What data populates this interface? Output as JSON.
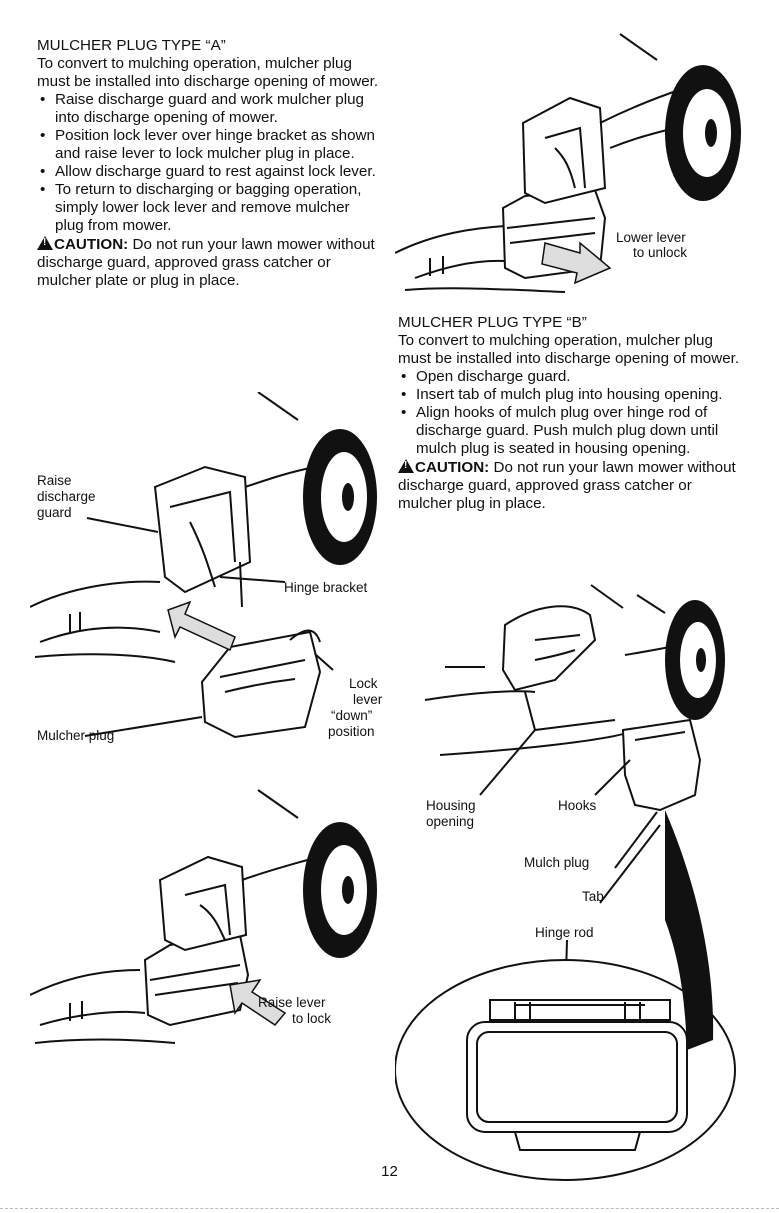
{
  "left": {
    "heading": "MULCHER PLUG TYPE “A”",
    "intro": "To convert to mulching operation, mulcher plug must be installed into discharge opening of mower.",
    "bullets": [
      "Raise discharge guard and work mulcher plug into discharge opening of mower.",
      "Position lock lever over hinge bracket as shown and raise lever to lock mulcher plug in place.",
      "Allow discharge guard to rest against lock lever.",
      "To return to discharging or bagging operation, simply lower lock lever and remove mulcher plug from mower."
    ],
    "caution_label": "CAUTION:",
    "caution_text": " Do not run your lawn mower without discharge guard, approved grass catcher or mulcher plate or plug in place."
  },
  "right": {
    "heading": "MULCHER PLUG TYPE “B”",
    "intro": "To convert to mulching operation, mulcher plug must be installed into discharge opening of mower.",
    "bullets": [
      "Open discharge guard.",
      "Insert tab of mulch plug into housing opening.",
      "Align hooks of mulch plug over hinge rod of discharge guard. Push mulch plug down until mulch plug is seated in housing opening."
    ],
    "caution_label": "CAUTION:",
    "caution_text": " Do not run your lawn mower without discharge guard, approved grass catcher or mulcher plug in place."
  },
  "figures": {
    "top_right": {
      "lower_lever": "Lower lever",
      "to_unlock": "to unlock"
    },
    "middle_left": {
      "raise": "Raise",
      "discharge": "discharge",
      "guard": "guard",
      "hinge_bracket": "Hinge bracket",
      "lock": "Lock",
      "lever": "lever",
      "down": "“down”",
      "position": "position",
      "mulcher_plug": "Mulcher plug"
    },
    "bottom_left": {
      "raise_lever": "Raise lever",
      "to_lock": "to lock"
    },
    "right_detail": {
      "housing": "Housing",
      "opening": "opening",
      "hooks": "Hooks",
      "mulch_plug": "Mulch plug",
      "tab": "Tab",
      "hinge_rod": "Hinge rod"
    }
  },
  "page_number": "12"
}
